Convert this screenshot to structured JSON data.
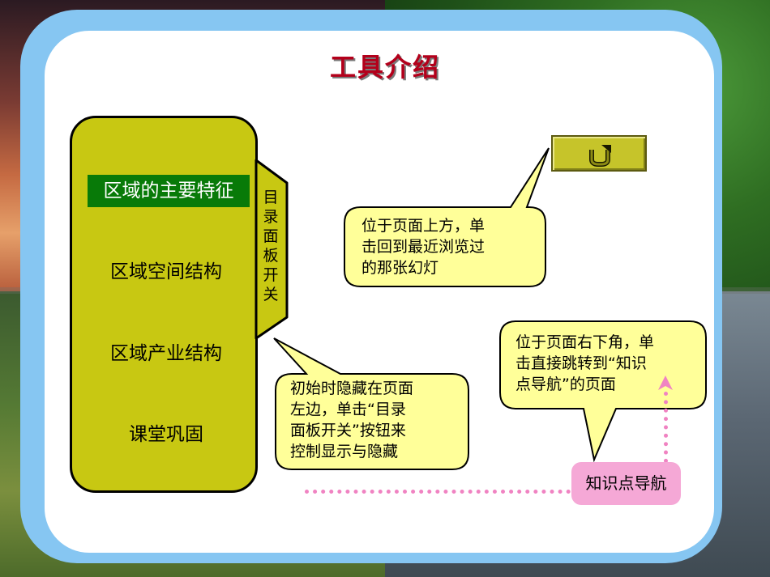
{
  "title": "工具介绍",
  "sidebar": {
    "items": [
      {
        "label": "区域的主要特征",
        "active": true
      },
      {
        "label": "区域空间结构",
        "active": false
      },
      {
        "label": "区域产业结构",
        "active": false
      },
      {
        "label": "课堂巩固",
        "active": false
      }
    ],
    "toggle_tab_label": "目录面板开关"
  },
  "back_button": {
    "icon": "return-arrow-icon"
  },
  "callouts": {
    "back": {
      "lines": [
        "位于页面上方，单",
        "击回到最近浏览过",
        "的那张幻灯"
      ]
    },
    "sidebar_toggle": {
      "lines": [
        "初始时隐藏在页面",
        "左边，单击“目录",
        "面板开关”按钮来",
        "控制显示与隐藏"
      ]
    },
    "navigation": {
      "lines": [
        "位于页面右下角，单",
        "击直接跳转到“知识",
        "点导航”的页面"
      ]
    }
  },
  "nav_button": {
    "label": "知识点导航"
  },
  "colors": {
    "frame": "#86c6f2",
    "sidebar": "#c8c812",
    "active_item": "#087a08",
    "callout_fill": "#ffff99",
    "title": "#b3001b",
    "nav_badge": "#f5a8d6",
    "dotted_line": "#f083c2"
  }
}
